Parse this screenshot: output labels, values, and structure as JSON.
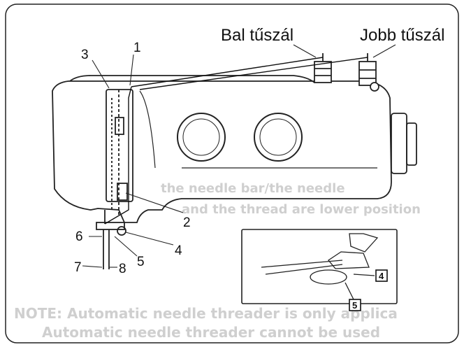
{
  "labels": {
    "left_spool": "Bal tűszál",
    "right_spool": "Jobb tűszál"
  },
  "callouts": [
    "1",
    "2",
    "3",
    "4",
    "5",
    "6",
    "7",
    "8"
  ],
  "inset_callouts": [
    "4",
    "5"
  ],
  "faded_background_text": {
    "line1": "the needle bar/the needle",
    "line2": "and the thread are lower position",
    "note1": "NOTE: Automatic needle threader is only applica",
    "note2": "Automatic needle threader cannot be used"
  }
}
